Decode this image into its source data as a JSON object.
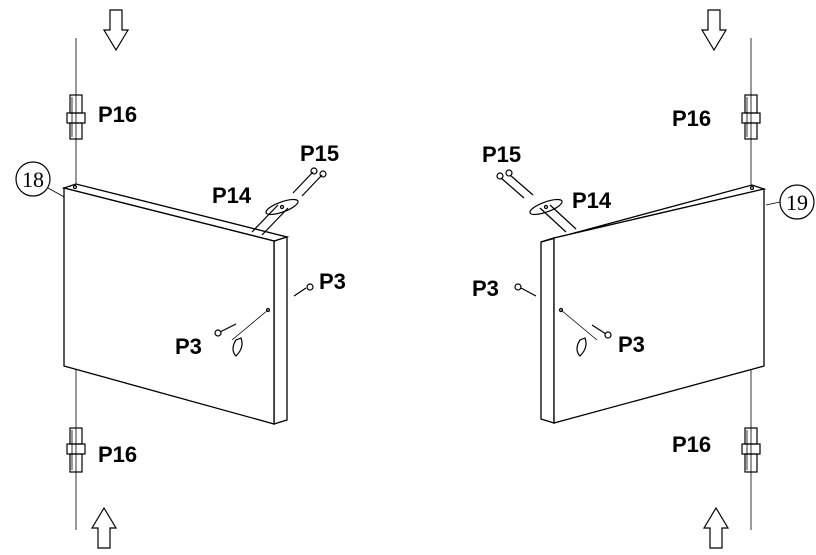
{
  "left_panel": {
    "panel_number": "18",
    "labels": {
      "top_dowel": "P16",
      "bottom_dowel": "P16",
      "screws": "P15",
      "bracket": "P14",
      "edge_cam": "P3",
      "face_cam": "P3"
    }
  },
  "right_panel": {
    "panel_number": "19",
    "labels": {
      "top_dowel": "P16",
      "bottom_dowel": "P16",
      "screws": "P15",
      "bracket": "P14",
      "edge_cam": "P3",
      "face_cam": "P3"
    }
  },
  "icons": [
    "arrow-down-icon",
    "arrow-up-icon",
    "dowel-icon",
    "screw-icon",
    "cam-lock-icon",
    "bracket-icon",
    "callout-circle-icon"
  ]
}
